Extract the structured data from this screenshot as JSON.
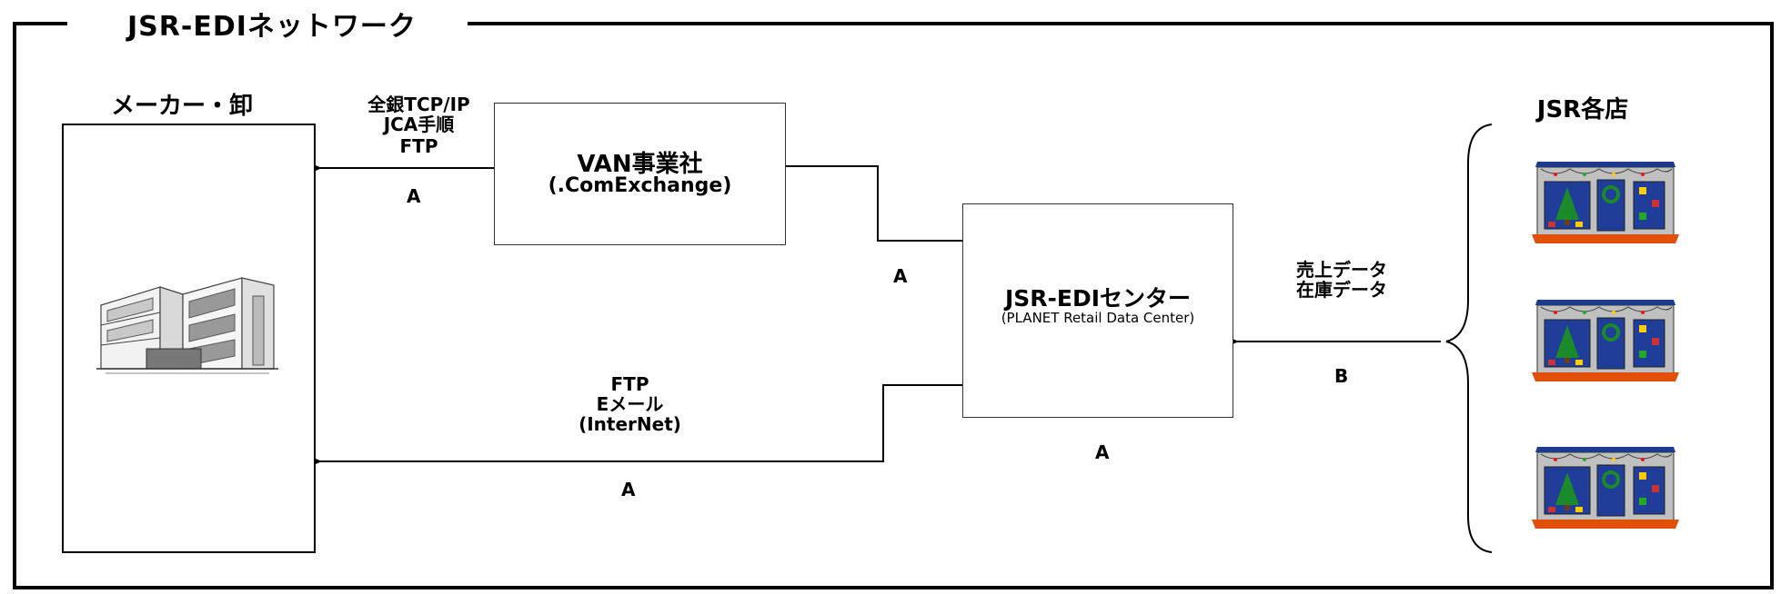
{
  "frame": {
    "title": "JSR-EDIネットワーク"
  },
  "maker": {
    "heading": "メーカー・卸",
    "icon": "office-building-icon"
  },
  "stores": {
    "heading": "JSR各店",
    "icon": "storefront-icon",
    "count": 3
  },
  "van": {
    "title": "VAN事業社",
    "subtitle": "(.ComExchange)"
  },
  "center": {
    "title": "JSR-EDIセンター",
    "subtitle": "(PLANET Retail Data Center)"
  },
  "links": {
    "van_to_maker": {
      "lines": [
        "全銀TCP/IP",
        "JCA手順",
        "FTP"
      ],
      "grade": "A"
    },
    "center_to_van": {
      "grade": "A"
    },
    "center_to_maker": {
      "lines": [
        "FTP",
        "Eメール",
        "(InterNet)"
      ],
      "grade": "A"
    },
    "center_under": {
      "grade": "A"
    },
    "stores_to_center": {
      "lines": [
        "売上データ",
        "在庫データ"
      ],
      "grade": "B"
    }
  }
}
